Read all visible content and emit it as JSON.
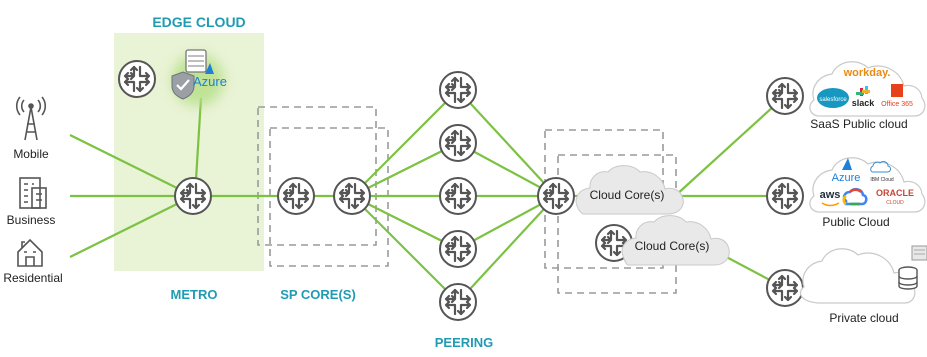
{
  "colors": {
    "link": "#7cc242",
    "section_label": "#1f9bb3",
    "edge_panel": "#e9f3d6",
    "router_stroke": "#555555",
    "dashed_box": "#9a9a9a"
  },
  "sections": {
    "edge_cloud": "EDGE CLOUD",
    "metro": "METRO",
    "sp_core": "SP CORE(S)",
    "peering": "PEERING"
  },
  "sites": {
    "mobile": "Mobile",
    "business": "Business",
    "residential": "Residential"
  },
  "edge_cloud_logo": "Azure",
  "cloud_cores": [
    "Cloud Core(s)",
    "Cloud Core(s)"
  ],
  "destinations": {
    "saas": {
      "label": "SaaS Public cloud",
      "logos": [
        "workday.",
        "salesforce",
        "slack",
        "Office 365"
      ]
    },
    "public": {
      "label": "Public Cloud",
      "logos": [
        "Azure",
        "IBM Cloud",
        "aws",
        "ORACLE",
        "CLOUD"
      ]
    },
    "private": {
      "label": "Private cloud"
    }
  }
}
